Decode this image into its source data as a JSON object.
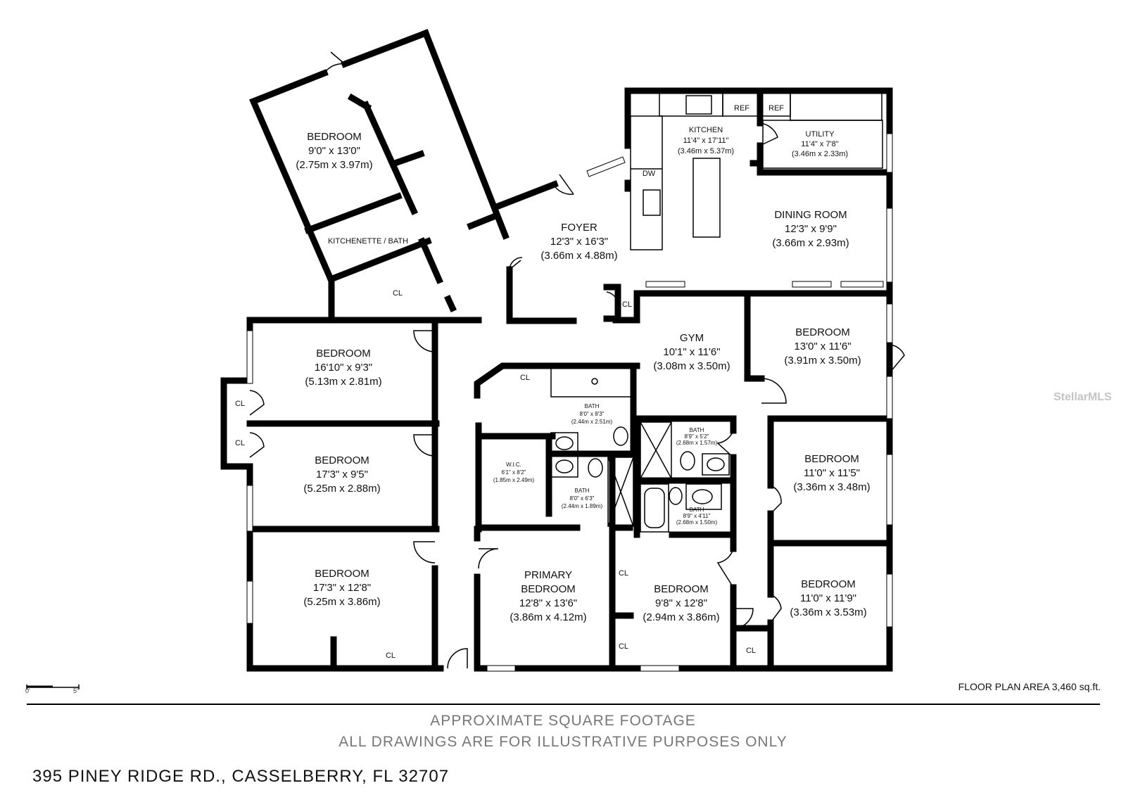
{
  "rooms": {
    "bedroom_nw": {
      "name": "BEDROOM",
      "dim": "9'0\" x 13'0\"",
      "metric": "(2.75m x 3.97m)"
    },
    "kitchenette": {
      "name": "KITCHENETTE / BATH"
    },
    "kitchen": {
      "name": "KITCHEN",
      "dim": "11'4\" x 17'11\"",
      "metric": "(3.46m x 5.37m)"
    },
    "utility": {
      "name": "UTILITY",
      "dim": "11'4\" x 7'8\"",
      "metric": "(3.46m x 2.33m)"
    },
    "foyer": {
      "name": "FOYER",
      "dim": "12'3\" x 16'3\"",
      "metric": "(3.66m x 4.88m)"
    },
    "dining": {
      "name": "DINING ROOM",
      "dim": "12'3\" x 9'9\"",
      "metric": "(3.66m x 2.93m)"
    },
    "gym": {
      "name": "GYM",
      "dim": "10'1\" x 11'6\"",
      "metric": "(3.08m x 3.50m)"
    },
    "bedroom_e1": {
      "name": "BEDROOM",
      "dim": "13'0\" x 11'6\"",
      "metric": "(3.91m x 3.50m)"
    },
    "bedroom_w1": {
      "name": "BEDROOM",
      "dim": "16'10\" x 9'3\"",
      "metric": "(5.13m x 2.81m)"
    },
    "bedroom_w2": {
      "name": "BEDROOM",
      "dim": "17'3\" x 9'5\"",
      "metric": "(5.25m x 2.88m)"
    },
    "bedroom_w3": {
      "name": "BEDROOM",
      "dim": "17'3\" x 12'8\"",
      "metric": "(5.25m x 3.86m)"
    },
    "bath_main": {
      "name": "BATH",
      "dim": "8'0\" x 8'3\"",
      "metric": "(2.44m x 2.51m)"
    },
    "bath_primary": {
      "name": "BATH",
      "dim": "8'0\" x 6'3\"",
      "metric": "(2.44m x 1.89m)"
    },
    "wic": {
      "name": "W.I.C.",
      "dim": "6'1\" x 8'2\"",
      "metric": "(1.85m x 2.49m)"
    },
    "bath_a": {
      "name": "BATH",
      "dim": "8'9\" x 5'2\"",
      "metric": "(2.68m x 1.57m)"
    },
    "bath_b": {
      "name": "BATH",
      "dim": "8'9\" x 4'11\"",
      "metric": "(2.68m x 1.50m)"
    },
    "bedroom_e2": {
      "name": "BEDROOM",
      "dim": "11'0\" x 11'5\"",
      "metric": "(3.36m x 3.48m)"
    },
    "primary": {
      "name1": "PRIMARY",
      "name2": "BEDROOM",
      "dim": "12'8\" x 13'6\"",
      "metric": "(3.86m x 4.12m)"
    },
    "bedroom_s": {
      "name": "BEDROOM",
      "dim": "9'8\" x 12'8\"",
      "metric": "(2.94m x 3.86m)"
    },
    "bedroom_e3": {
      "name": "BEDROOM",
      "dim": "11'0\" x 11'9\"",
      "metric": "(3.36m x 3.53m)"
    }
  },
  "fixtures": {
    "ref": "REF",
    "dw": "DW",
    "cl": "CL"
  },
  "footer": {
    "area": "FLOOR PLAN AREA 3,460 sq.ft.",
    "note1": "APPROXIMATE SQUARE FOOTAGE",
    "note2": "ALL DRAWINGS ARE FOR ILLUSTRATIVE PURPOSES ONLY",
    "address": "395 PINEY RIDGE RD., CASSELBERRY, FL 32707"
  },
  "scale": {
    "start": "0'",
    "end": "5'"
  },
  "watermark": "StellarMLS"
}
